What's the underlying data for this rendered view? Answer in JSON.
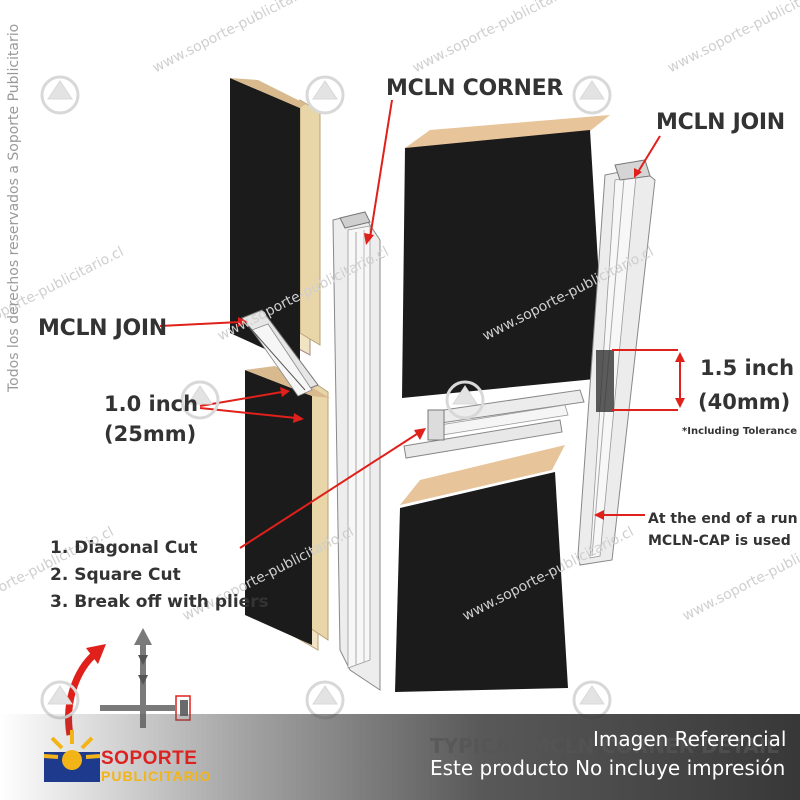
{
  "labels": {
    "mcln_corner": "MCLN CORNER",
    "mcln_join_top": "MCLN JOIN",
    "mcln_join_left": "MCLN JOIN",
    "inch_10": "1.0 inch",
    "mm_25": "(25mm)",
    "inch_15": "1.5 inch",
    "mm_40": "(40mm)",
    "tolerance": "*Including Tolerance",
    "end_run_1": "At the end of a run",
    "end_run_2": "MCLN-CAP is used",
    "steps": [
      "1. Diagonal Cut",
      "2. Square Cut",
      "3. Break off with pliers"
    ],
    "diagram_title": "TYPICAL MCLN CORNER DETAIL"
  },
  "watermark": {
    "url": "www.soporte-publicitario.cl",
    "side_text": "Todos los derechos reservados a Soporte Publicitario"
  },
  "logo": {
    "line1": "SOPORTE",
    "line2": "PUBLICITARIO"
  },
  "caption": {
    "line1": "Imagen Referencial",
    "line2": "Este producto No incluye impresión"
  },
  "colors": {
    "panel": "#1b1b1b",
    "edge": "#e8c49a",
    "profile": "#e6e6e6",
    "arrow": "#e0201b",
    "logo_red": "#dd2222",
    "logo_yellow": "#f2b417"
  }
}
